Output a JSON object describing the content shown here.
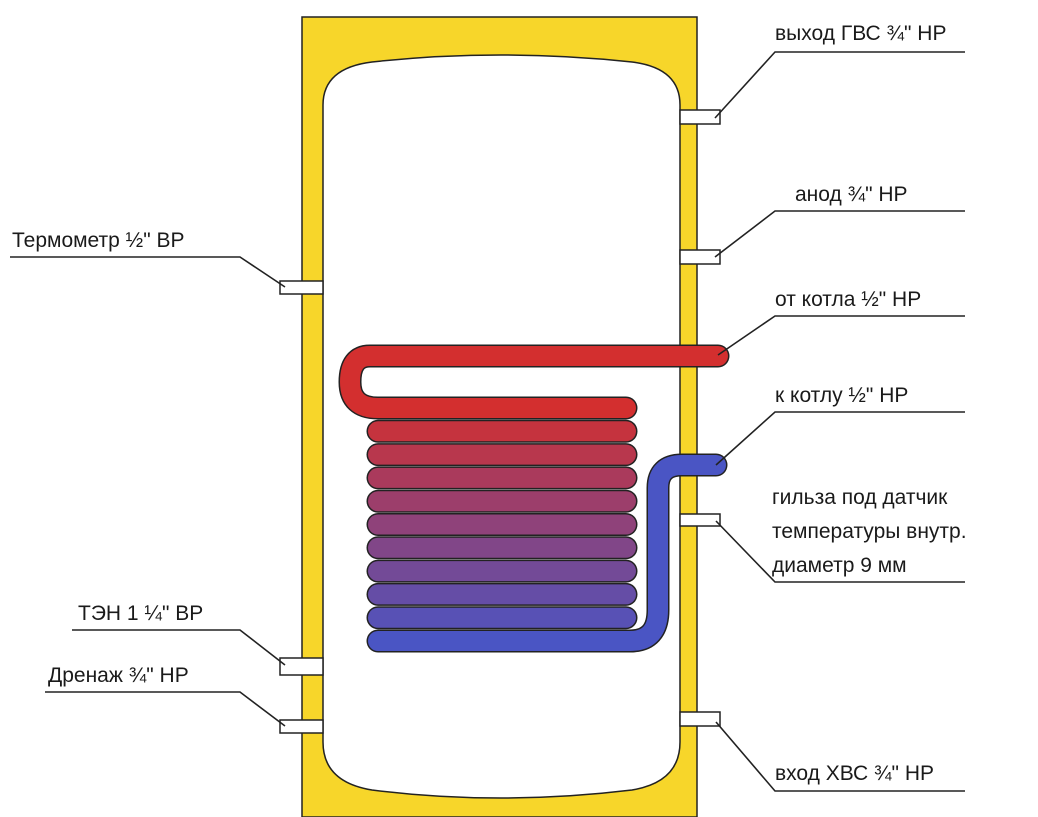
{
  "labels": {
    "left": {
      "thermometer": "Термометр ½\" ВР",
      "heater": "ТЭН 1 ¼\" ВР",
      "drain": "Дренаж ¾\" НР"
    },
    "right": {
      "hot_outlet": "выход ГВС ¾\" НР",
      "anode": "анод  ¾\" НР",
      "from_boiler": "от котла ½\" НР",
      "to_boiler": "к котлу ½\" НР",
      "sensor_sleeve_1": "гильза под датчик",
      "sensor_sleeve_2": "температуры внутр.",
      "sensor_sleeve_3": "диаметр 9 мм",
      "cold_inlet": "вход ХВС ¾\" НР"
    }
  },
  "colors": {
    "insulation": "#f7d62a",
    "insulation_stroke": "#c9a400",
    "tank": "#ffffff",
    "coil_hot": "#d32f2f",
    "coil_cold": "#4a55c4",
    "outline": "#222222"
  },
  "coil": {
    "turns": 11
  }
}
